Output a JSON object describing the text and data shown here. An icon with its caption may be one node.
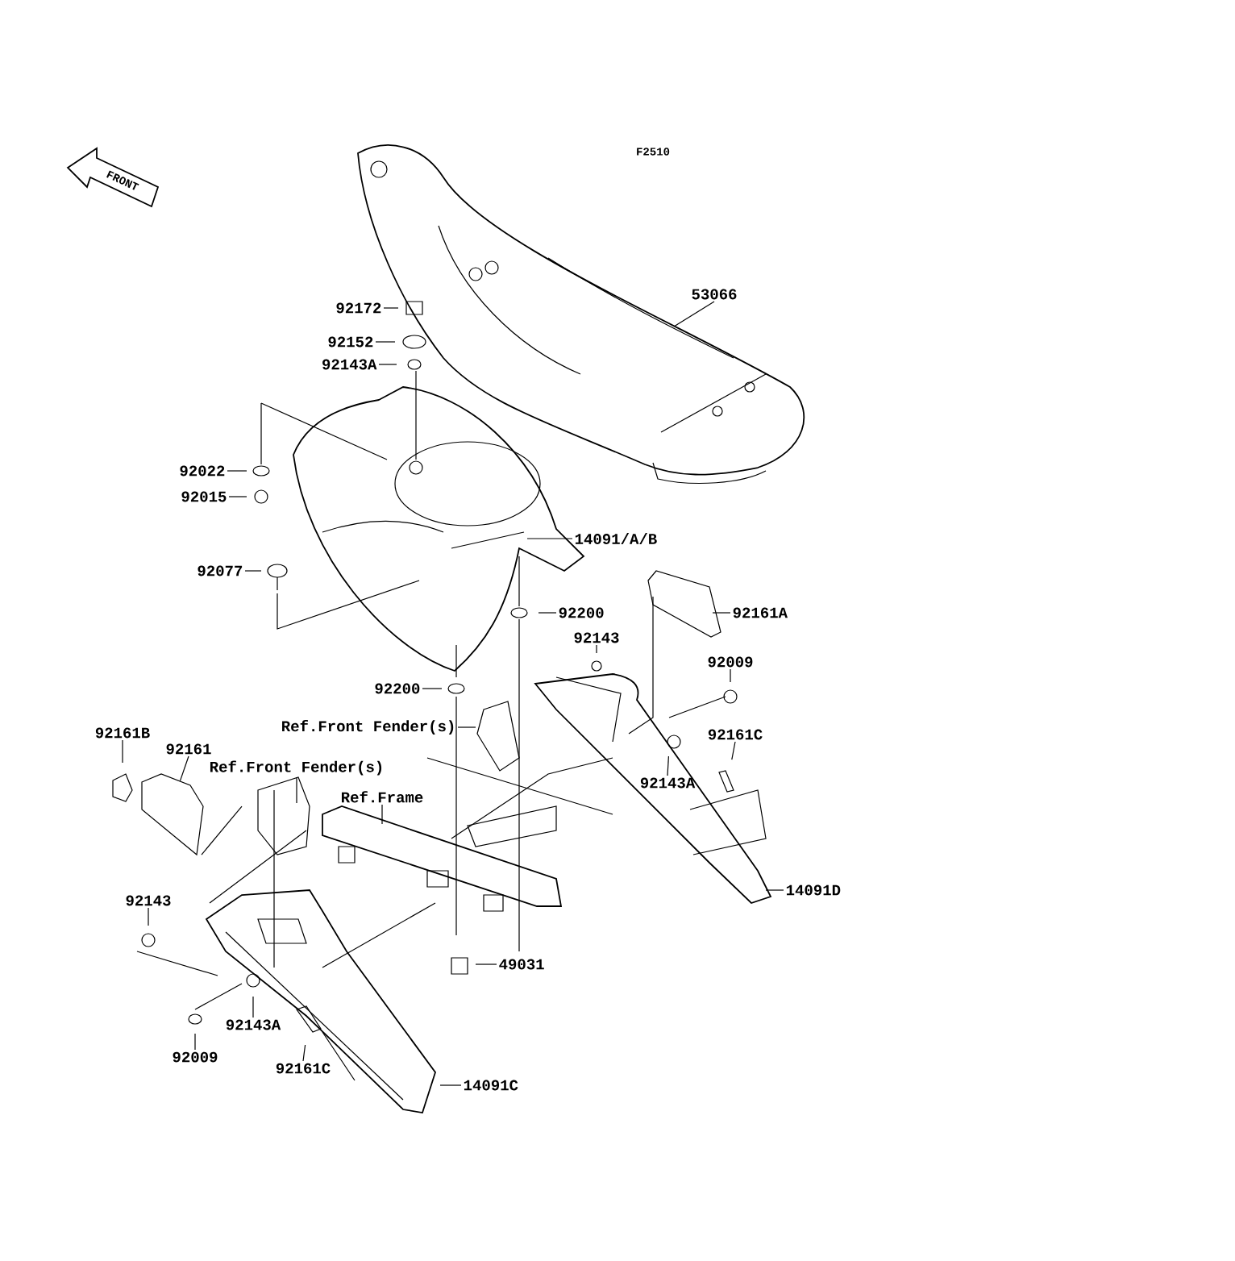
{
  "diagram": {
    "nodes": [
      {
        "text": [
          "92172"
        ]
      },
      {
        "text": [
          "92152"
        ]
      },
      {
        "text": [
          "92143A"
        ]
      },
      {
        "text": [
          "53066"
        ]
      },
      {
        "text": [
          "92022"
        ]
      },
      {
        "text": [
          "92015"
        ]
      },
      {
        "text": [
          "14091/A/B"
        ]
      },
      {
        "text": [
          "92077"
        ]
      },
      {
        "text": [
          "92200"
        ]
      },
      {
        "text": [
          "92161A"
        ]
      },
      {
        "text": [
          "92143"
        ]
      },
      {
        "text": [
          "92009"
        ]
      },
      {
        "text": [
          "92200"
        ]
      },
      {
        "text": [
          "Ref.Front Fender(s)"
        ]
      },
      {
        "text": [
          "92161C"
        ]
      },
      {
        "text": [
          "92143A"
        ]
      },
      {
        "text": [
          "92161B"
        ]
      },
      {
        "text": [
          "92161"
        ]
      },
      {
        "text": [
          "Ref.Front Fender(s)"
        ]
      },
      {
        "text": [
          "Ref.Frame"
        ]
      },
      {
        "text": [
          "14091D"
        ]
      },
      {
        "text": [
          "92143"
        ]
      },
      {
        "text": [
          "49031"
        ]
      },
      {
        "text": [
          "92143A"
        ]
      },
      {
        "text": [
          "92009"
        ]
      },
      {
        "text": [
          "92161C"
        ]
      },
      {
        "text": [
          "14091C"
        ]
      }
    ],
    "edges": [
      {
        "from": 0,
        "to": null,
        "arrow": "none"
      },
      {
        "from": 1,
        "to": null,
        "arrow": "none"
      },
      {
        "from": 2,
        "to": null,
        "arrow": "none"
      },
      {
        "from": 3,
        "to": null,
        "arrow": "none"
      },
      {
        "from": 4,
        "to": null,
        "arrow": "none"
      },
      {
        "from": 5,
        "to": null,
        "arrow": "none"
      },
      {
        "from": 6,
        "to": null,
        "arrow": "none"
      },
      {
        "from": 7,
        "to": null,
        "arrow": "none"
      },
      {
        "from": 8,
        "to": null,
        "arrow": "none"
      },
      {
        "from": 9,
        "to": null,
        "arrow": "none"
      },
      {
        "from": 10,
        "to": null,
        "arrow": "none"
      },
      {
        "from": 11,
        "to": null,
        "arrow": "none"
      },
      {
        "from": 12,
        "to": null,
        "arrow": "none"
      },
      {
        "from": 13,
        "to": null,
        "arrow": "none"
      },
      {
        "from": 14,
        "to": null,
        "arrow": "none"
      },
      {
        "from": 15,
        "to": null,
        "arrow": "none"
      },
      {
        "from": 16,
        "to": null,
        "arrow": "none"
      },
      {
        "from": 17,
        "to": null,
        "arrow": "none"
      },
      {
        "from": 18,
        "to": null,
        "arrow": "none"
      },
      {
        "from": 19,
        "to": null,
        "arrow": "none"
      },
      {
        "from": 20,
        "to": null,
        "arrow": "none"
      },
      {
        "from": 21,
        "to": null,
        "arrow": "none"
      },
      {
        "from": 22,
        "to": null,
        "arrow": "none"
      },
      {
        "from": 23,
        "to": null,
        "arrow": "none"
      },
      {
        "from": 24,
        "to": null,
        "arrow": "none"
      },
      {
        "from": 25,
        "to": null,
        "arrow": "none"
      },
      {
        "from": 26,
        "to": null,
        "arrow": "none"
      }
    ],
    "labels": [
      "FRONT",
      "F2510"
    ]
  }
}
